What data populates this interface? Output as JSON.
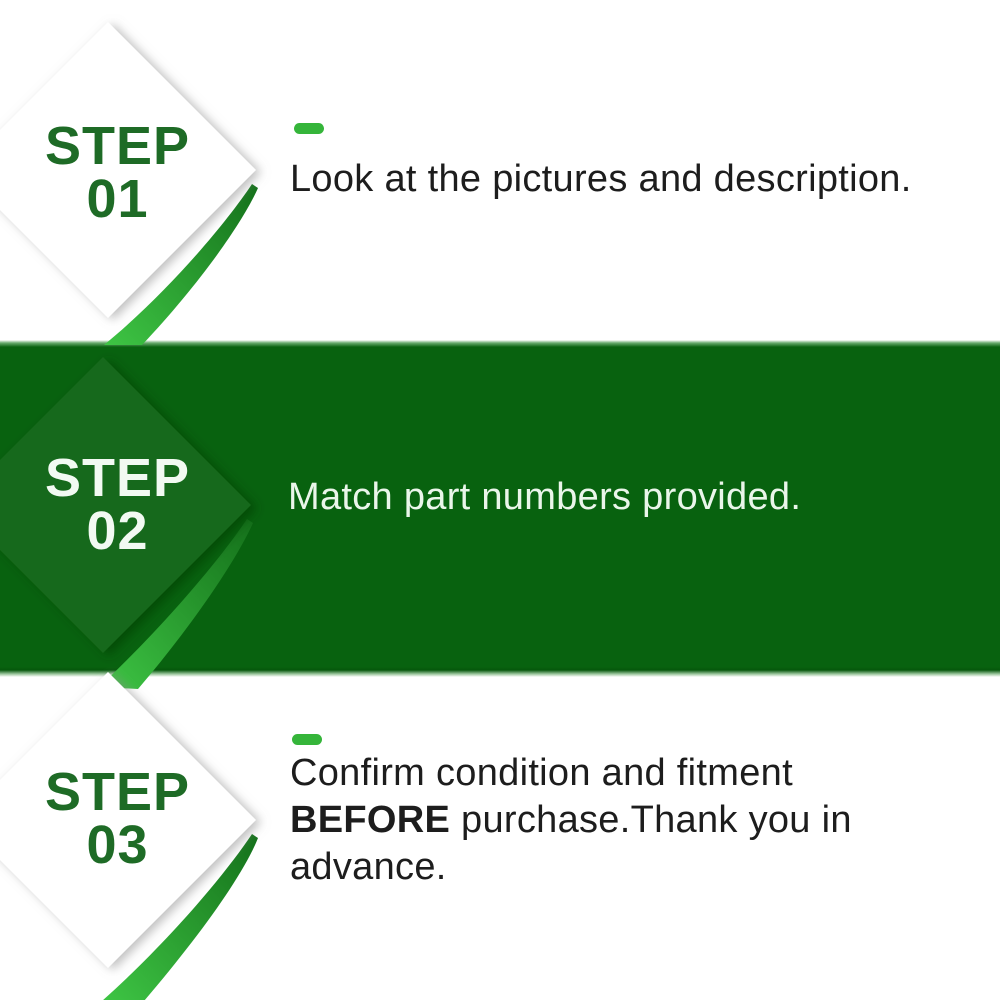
{
  "title": "3-step purchase instructions infographic",
  "colors": {
    "background": "#ffffff",
    "band_green": "#08620f",
    "band_top_edge": "#67aa6b",
    "band_bottom_edge": "#9cc79e",
    "arrow_on_band_green": "#15691b",
    "arrow_on_white": "#ffffff",
    "step_label_dark_green": "#1e6b26",
    "step_label_light": "#f2faf2",
    "body_text_dark": "#1d1d1d",
    "body_text_light": "#eaf6ea",
    "accent_dash_green": "#35b53a",
    "swoosh_dark_green": "#14701a",
    "swoosh_bright_green": "#3ec544"
  },
  "steps": [
    {
      "label_line1": "STEP",
      "label_line2": "01",
      "text": "Look at the pictures and description."
    },
    {
      "label_line1": "STEP",
      "label_line2": "02",
      "text": "Match part numbers provided."
    },
    {
      "label_line1": "STEP",
      "label_line2": "03",
      "text_parts": {
        "before_bold": "Confirm condition and fitment ",
        "bold": "BEFORE",
        "after_bold": " purchase.Thank you in advance."
      }
    }
  ]
}
